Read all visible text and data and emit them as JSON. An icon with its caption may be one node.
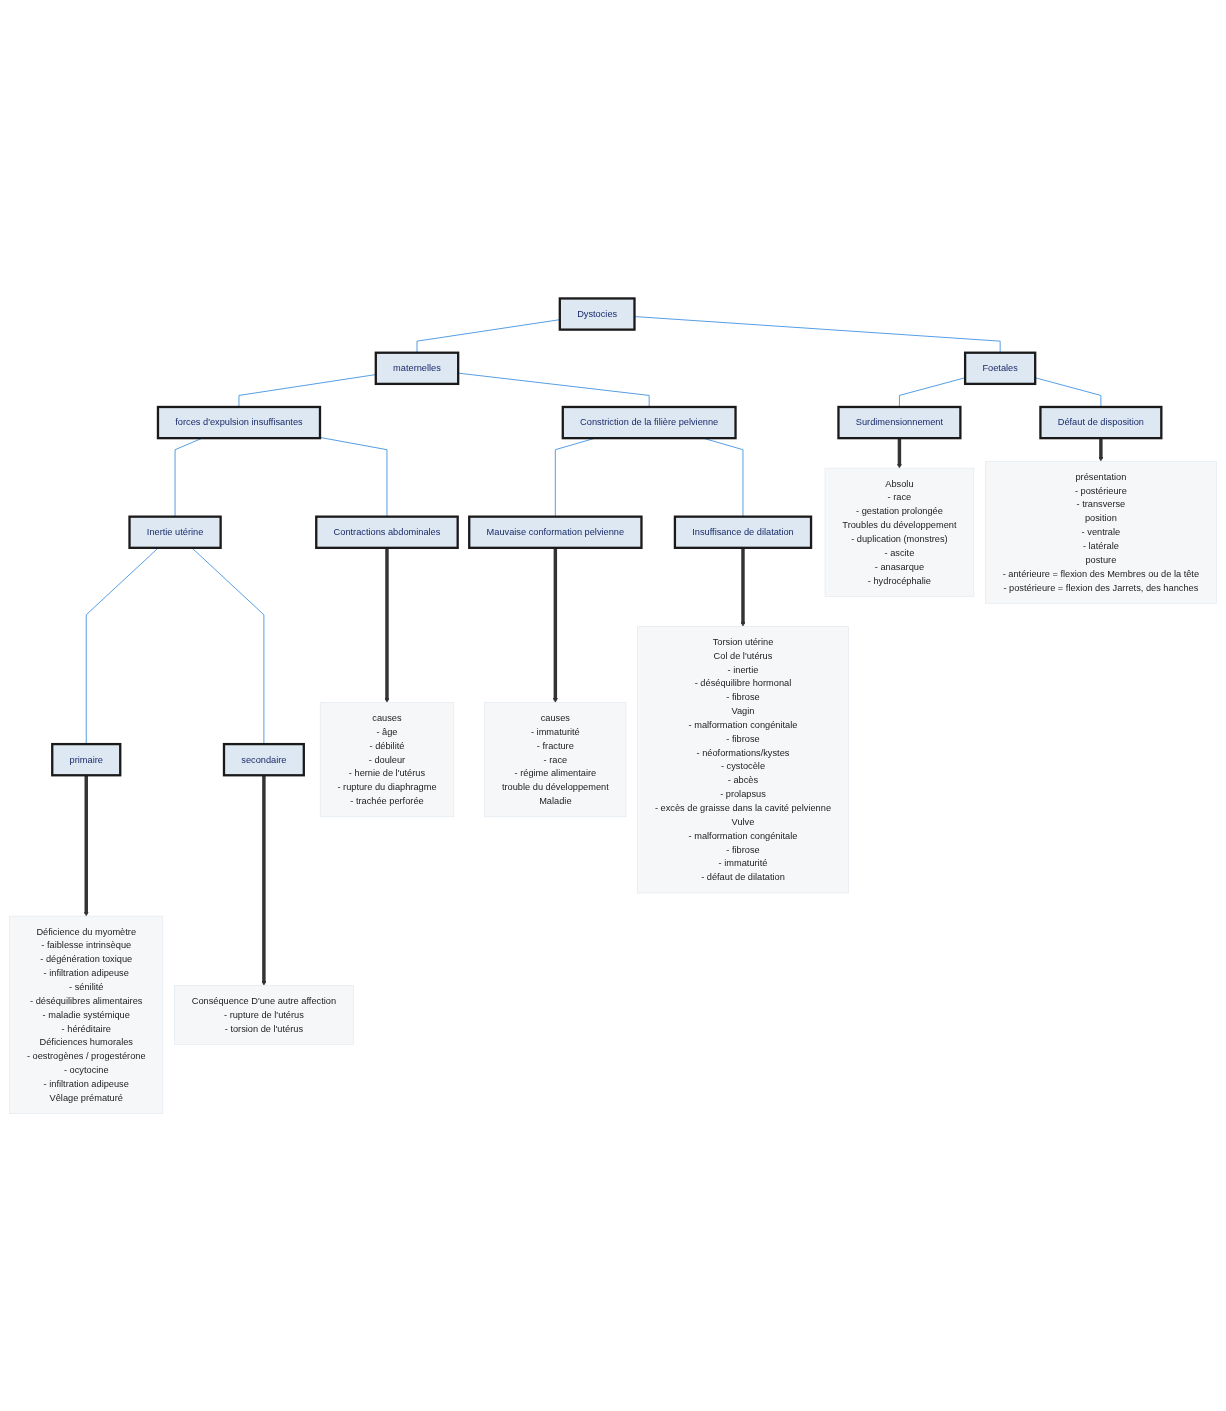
{
  "diagram": {
    "nodes": [
      {
        "text": [
          "Dystocies"
        ]
      },
      {
        "text": [
          "maternelles"
        ]
      },
      {
        "text": [
          "Foetales"
        ]
      },
      {
        "text": [
          "forces d'expulsion insuffisantes"
        ]
      },
      {
        "text": [
          "Constriction de la filière pelvienne"
        ]
      },
      {
        "text": [
          "Surdimensionnement"
        ]
      },
      {
        "text": [
          "Défaut de disposition"
        ]
      },
      {
        "text": [
          "Inertie utérine"
        ]
      },
      {
        "text": [
          "Contractions abdominales"
        ]
      },
      {
        "text": [
          "Mauvaise conformation pelvienne"
        ]
      },
      {
        "text": [
          "Insuffisance de dilatation"
        ]
      },
      {
        "text": [
          "primaire"
        ]
      },
      {
        "text": [
          "secondaire"
        ]
      },
      {
        "text": [
          "Déficience du myomètre",
          "- faiblesse intrinsèque",
          "- dégénération toxique",
          "- infiltration adipeuse",
          "- sénilité",
          "- déséquilibres alimentaires",
          "- maladie systémique",
          "- héréditaire",
          "Déficiences humorales",
          "- oestrogènes / progestérone",
          "- ocytocine",
          "- infiltration adipeuse",
          "Vêlage prématuré"
        ]
      },
      {
        "text": [
          "Conséquence D'une autre affection",
          "- rupture de l'utérus",
          "- torsion de l'utérus"
        ]
      },
      {
        "text": [
          "causes",
          "- âge",
          "- débilité",
          "- douleur",
          "- hernie de l'utérus",
          "- rupture du diaphragme",
          "- trachée perforée"
        ]
      },
      {
        "text": [
          "causes",
          "- immaturité",
          "- fracture",
          "- race",
          "- régime alimentaire",
          "trouble du développement",
          "Maladie"
        ]
      },
      {
        "text": [
          "Torsion utérine",
          "Col de l'utérus",
          "- inertie",
          "- déséquilibre hormonal",
          "- fibrose",
          "Vagin",
          "- malformation congénitale",
          "- fibrose",
          "- néoformations/kystes",
          "- cystocèle",
          "- abcès",
          "- prolapsus",
          "- excès de graisse dans la cavité pelvienne",
          "Vulve",
          "- malformation congénitale",
          "- fibrose",
          "- immaturité",
          "- défaut de dilatation"
        ]
      },
      {
        "text": [
          "Absolu",
          "- race",
          "- gestation prolongée",
          "Troubles du développement",
          "- duplication (monstres)",
          "- ascite",
          "- anasarque",
          "- hydrocéphalie"
        ]
      },
      {
        "text": [
          "présentation",
          "- postérieure",
          "- transverse",
          "position",
          "- ventrale",
          "- latérale",
          "posture",
          "- antérieure = flexion des Membres ou de la tête",
          "- postérieure = flexion des Jarrets, des hanches"
        ]
      }
    ],
    "edges": [
      {
        "from": 0,
        "to": 1,
        "arrow": "none"
      },
      {
        "from": 0,
        "to": 2,
        "arrow": "none"
      },
      {
        "from": 1,
        "to": 3,
        "arrow": "none"
      },
      {
        "from": 1,
        "to": 4,
        "arrow": "none"
      },
      {
        "from": 2,
        "to": 5,
        "arrow": "none"
      },
      {
        "from": 2,
        "to": 6,
        "arrow": "none"
      },
      {
        "from": 3,
        "to": 7,
        "arrow": "none"
      },
      {
        "from": 3,
        "to": 8,
        "arrow": "none"
      },
      {
        "from": 4,
        "to": 9,
        "arrow": "none"
      },
      {
        "from": 4,
        "to": 10,
        "arrow": "none"
      },
      {
        "from": 7,
        "to": 11,
        "arrow": "none"
      },
      {
        "from": 7,
        "to": 12,
        "arrow": "none"
      },
      {
        "from": 11,
        "to": 13,
        "arrow": "to",
        "style": "thick",
        "color": "#333333"
      },
      {
        "from": 12,
        "to": 14,
        "arrow": "to",
        "style": "thick",
        "color": "#333333"
      },
      {
        "from": 8,
        "to": 15,
        "arrow": "to",
        "style": "thick",
        "color": "#333333"
      },
      {
        "from": 9,
        "to": 16,
        "arrow": "to",
        "style": "thick",
        "color": "#333333"
      },
      {
        "from": 10,
        "to": 17,
        "arrow": "to",
        "style": "thick",
        "color": "#333333"
      },
      {
        "from": 5,
        "to": 18,
        "arrow": "to",
        "style": "thick",
        "color": "#333333"
      },
      {
        "from": 6,
        "to": 19,
        "arrow": "to",
        "style": "thick",
        "color": "#333333"
      }
    ]
  }
}
